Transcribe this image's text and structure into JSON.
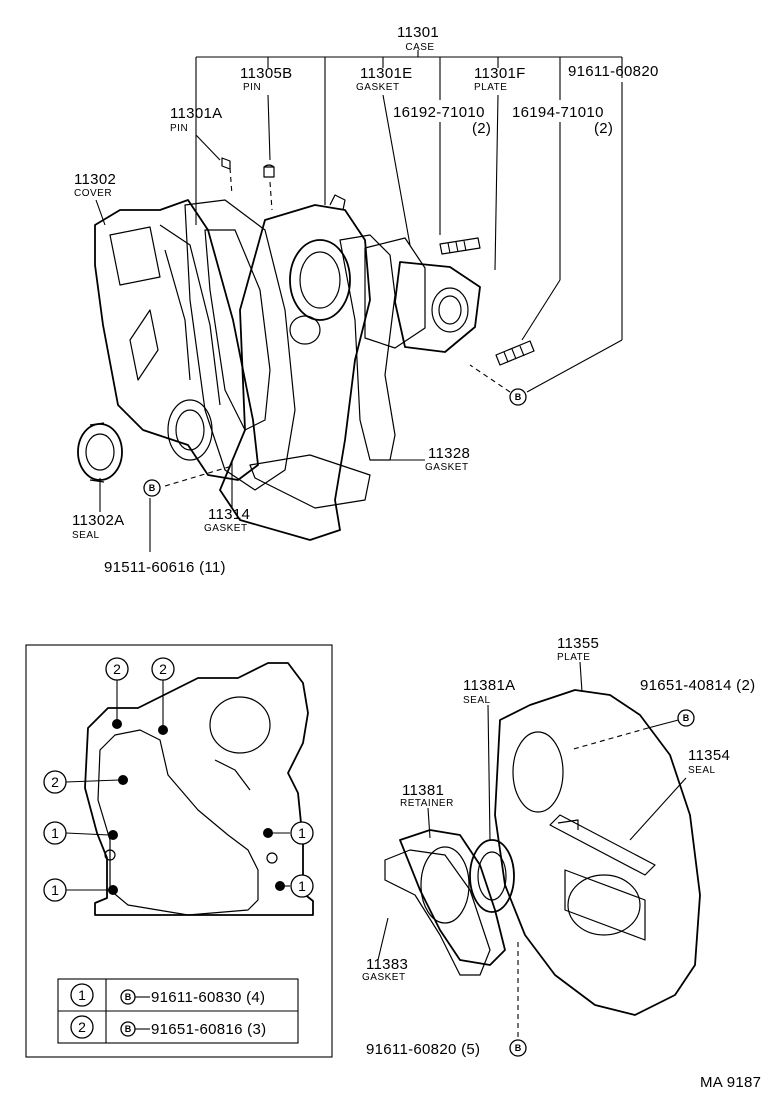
{
  "parts": {
    "p11301": {
      "number": "11301",
      "name": "CASE"
    },
    "p11305b": {
      "number": "11305B",
      "name": "PIN"
    },
    "p11301e": {
      "number": "11301E",
      "name": "GASKET"
    },
    "p11301f": {
      "number": "11301F",
      "name": "PLATE"
    },
    "p91611_60820_top": {
      "number": "91611-60820"
    },
    "p11301a": {
      "number": "11301A",
      "name": "PIN"
    },
    "p16192": {
      "number": "16192-71010",
      "qty": "(2)"
    },
    "p16194": {
      "number": "16194-71010",
      "qty": "(2)"
    },
    "p11302": {
      "number": "11302",
      "name": "COVER"
    },
    "p11328": {
      "number": "11328",
      "name": "GASKET"
    },
    "p11302a": {
      "number": "11302A",
      "name": "SEAL"
    },
    "p11314": {
      "number": "11314",
      "name": "GASKET"
    },
    "p91511": {
      "number": "91511-60616 (11)"
    },
    "p11355": {
      "number": "11355",
      "name": "PLATE"
    },
    "p11381a": {
      "number": "11381A",
      "name": "SEAL"
    },
    "p91651_40814": {
      "number": "91651-40814 (2)"
    },
    "p11354": {
      "number": "11354",
      "name": "SEAL"
    },
    "p11381": {
      "number": "11381",
      "name": "RETAINER"
    },
    "p11383": {
      "number": "11383",
      "name": "GASKET"
    },
    "p91611_60820_bot": {
      "number": "91611-60820 (5)"
    }
  },
  "markers": {
    "circle_b": "B",
    "circle_1": "1",
    "circle_2": "2"
  },
  "legend": {
    "row1": {
      "key": "1",
      "bolt": "B",
      "part": "91611-60830 (4)"
    },
    "row2": {
      "key": "2",
      "bolt": "B",
      "part": "91651-60816 (3)"
    }
  },
  "figure_code": "MA 9187"
}
